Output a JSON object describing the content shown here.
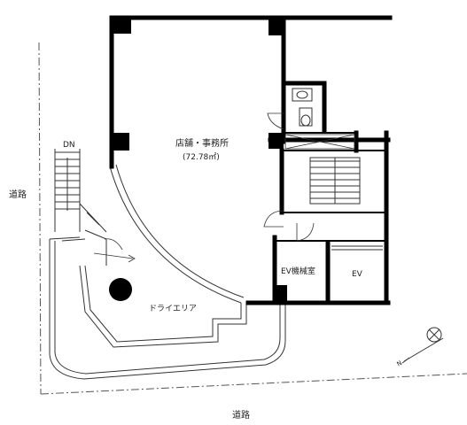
{
  "labels": {
    "road_left": "道路",
    "road_bottom": "道路",
    "dn": "DN",
    "store_office": "店舗・事務所",
    "area": "(72.78㎡)",
    "dry_area": "ドライエリア",
    "ev_machine_room": "EV機械室",
    "ev": "EV"
  }
}
